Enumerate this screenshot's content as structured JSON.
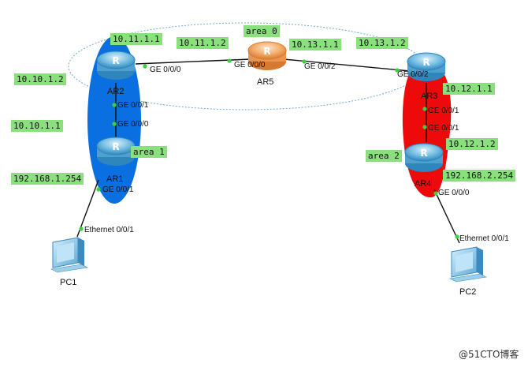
{
  "colors": {
    "area1": "#0a6fe0",
    "area2": "#ee0a0a",
    "area0_outline": "#6aa8dd",
    "label_bg": "#8be07e",
    "link": "#111111",
    "port_dot": "#3bd13b",
    "router_blue": "#4fa8d8",
    "router_orange": "#f0a060"
  },
  "areas": {
    "area0": "area 0",
    "area1": "area 1",
    "area2": "area 2"
  },
  "devices": {
    "ar1": {
      "name": "AR1",
      "icon": "router-icon"
    },
    "ar2": {
      "name": "AR2",
      "icon": "router-icon"
    },
    "ar3": {
      "name": "AR3",
      "icon": "router-icon"
    },
    "ar4": {
      "name": "AR4",
      "icon": "router-icon"
    },
    "ar5": {
      "name": "AR5",
      "icon": "router-icon"
    },
    "pc1": {
      "name": "PC1",
      "icon": "pc-icon"
    },
    "pc2": {
      "name": "PC2",
      "icon": "pc-icon"
    }
  },
  "addresses": {
    "ar2_ge000": "10.11.1.1",
    "ar5_ge000": "10.11.1.2",
    "ar5_ge002": "10.13.1.1",
    "ar3_ge002": "10.13.1.2",
    "ar2_ge001": "10.10.1.2",
    "ar1_ge000": "10.10.1.1",
    "ar1_ge001": "192.168.1.254",
    "ar3_ge001": "10.12.1.1",
    "ar4_ge001": "10.12.1.2",
    "ar4_ge000": "192.168.2.254"
  },
  "ports": {
    "ar2_ge000": "GE 0/0/0",
    "ar5_ge000": "GE 0/0/0",
    "ar5_ge002": "GE 0/0/2",
    "ar3_ge002": "GE 0/0/2",
    "ar2_ge001": "GE 0/0/1",
    "ar1_ge000": "GE 0/0/0",
    "ar1_ge001": "GE 0/0/1",
    "ar3_ge001": "GE 0/0/1",
    "ar4_ge001": "GE 0/0/1",
    "ar4_ge000": "GE 0/0/0",
    "pc1_eth": "Ethernet 0/0/1",
    "pc2_eth": "Ethernet 0/0/1"
  },
  "watermark": "@51CTO博客"
}
